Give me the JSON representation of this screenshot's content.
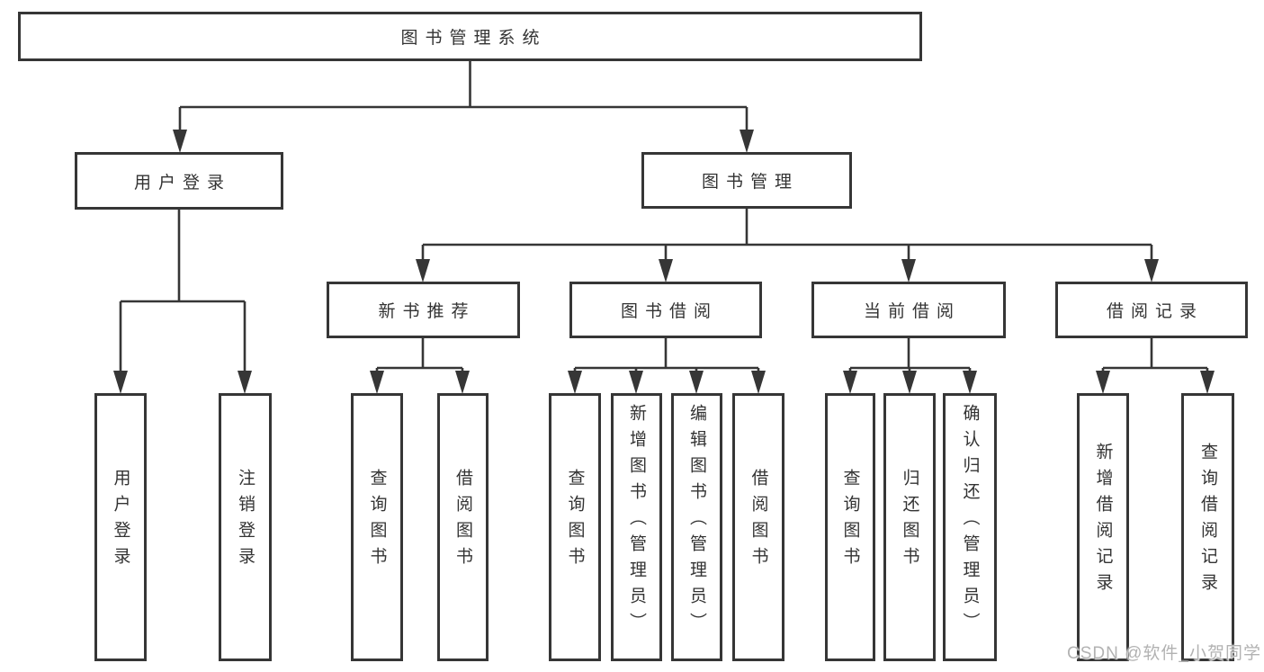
{
  "diagram": {
    "title_node": {
      "label": "图书管理系统"
    },
    "level2": [
      {
        "label": "用户登录"
      },
      {
        "label": "图书管理"
      }
    ],
    "level3": [
      {
        "label": "新书推荐"
      },
      {
        "label": "图书借阅"
      },
      {
        "label": "当前借阅"
      },
      {
        "label": "借阅记录"
      }
    ],
    "leaves": {
      "user_login": [
        {
          "label": "用户登录"
        },
        {
          "label": "注销登录"
        }
      ],
      "new_book_recommendation": [
        {
          "label": "查询图书"
        },
        {
          "label": "借阅图书"
        }
      ],
      "book_borrowing": [
        {
          "label": "查询图书"
        },
        {
          "label": "新增图书（管理员）"
        },
        {
          "label": "编辑图书（管理员）"
        },
        {
          "label": "借阅图书"
        }
      ],
      "current_borrowing": [
        {
          "label": "查询图书"
        },
        {
          "label": "归还图书"
        },
        {
          "label": "确认归还（管理员）"
        }
      ],
      "borrowing_records": [
        {
          "label": "新增借阅记录"
        },
        {
          "label": "查询借阅记录"
        }
      ]
    }
  },
  "watermark": {
    "text": "CSDN @软件_小贺同学"
  },
  "colors": {
    "line": "#363636",
    "text": "#333333",
    "background": "#ffffff",
    "watermark": "#b2b2b2"
  }
}
